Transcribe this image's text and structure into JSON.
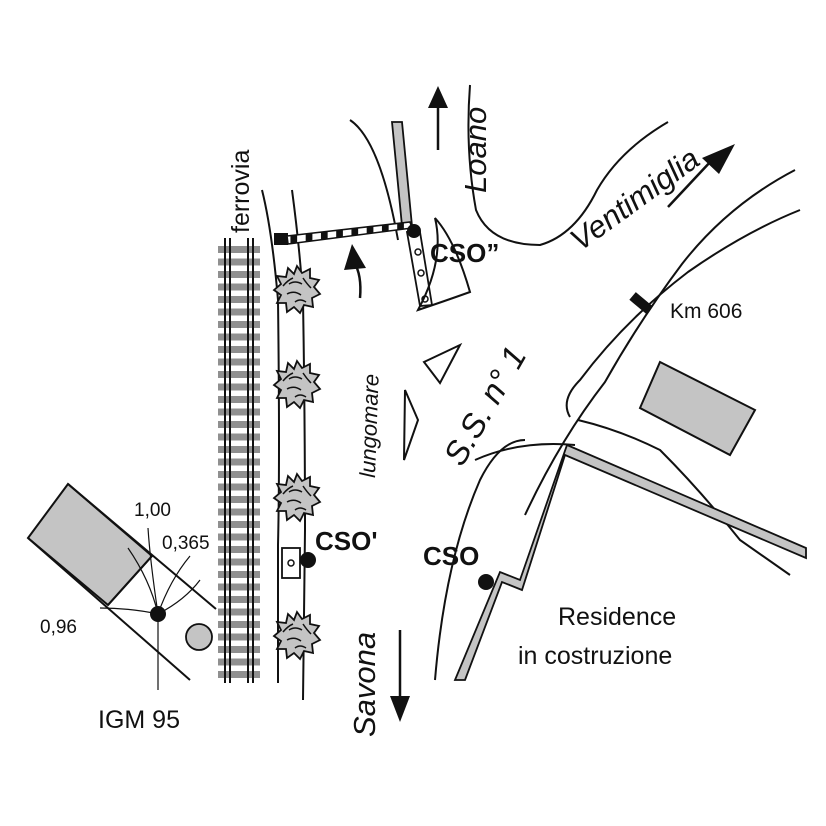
{
  "labels": {
    "ferrovia": "ferrovia",
    "loano": "Loano",
    "ventimiglia": "Ventimiglia",
    "cso_double": "CSO”",
    "km": "Km 606",
    "lungomare": "lungomare",
    "ss1": "S.S. n° 1",
    "cso_prime": "CSO'",
    "cso": "CSO",
    "savona": "Savona",
    "residence_1": "Residence",
    "residence_2": "in costruzione",
    "igm": "IGM 95",
    "dist_100": "1,00",
    "dist_0365": "0,365",
    "dist_096": "0,96"
  },
  "colors": {
    "ink": "#111111",
    "fill_gray": "#c4c4c4",
    "rail_gray": "#909090",
    "white": "#ffffff"
  }
}
